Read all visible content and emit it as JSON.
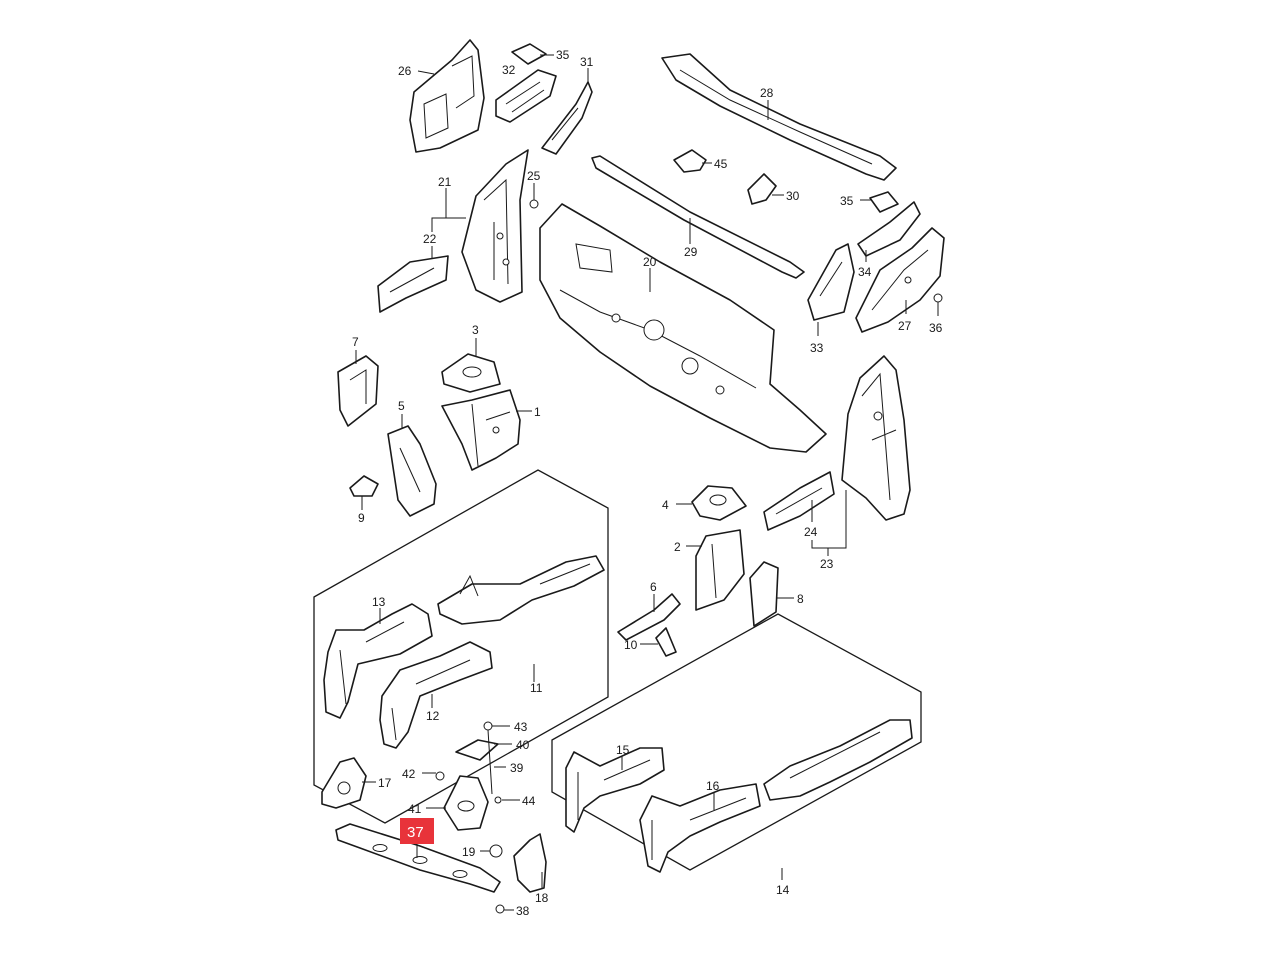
{
  "diagram": {
    "callouts": [
      {
        "id": "c26",
        "label": "26"
      },
      {
        "id": "c32",
        "label": "32"
      },
      {
        "id": "c35a",
        "label": "35"
      },
      {
        "id": "c31",
        "label": "31"
      },
      {
        "id": "c28",
        "label": "28"
      },
      {
        "id": "c45",
        "label": "45"
      },
      {
        "id": "c30",
        "label": "30"
      },
      {
        "id": "c35b",
        "label": "35"
      },
      {
        "id": "c21",
        "label": "21"
      },
      {
        "id": "c25",
        "label": "25"
      },
      {
        "id": "c22",
        "label": "22"
      },
      {
        "id": "c29",
        "label": "29"
      },
      {
        "id": "c20",
        "label": "20"
      },
      {
        "id": "c34",
        "label": "34"
      },
      {
        "id": "c27",
        "label": "27"
      },
      {
        "id": "c36",
        "label": "36"
      },
      {
        "id": "c33",
        "label": "33"
      },
      {
        "id": "c7",
        "label": "7"
      },
      {
        "id": "c3",
        "label": "3"
      },
      {
        "id": "c5",
        "label": "5"
      },
      {
        "id": "c1",
        "label": "1"
      },
      {
        "id": "c9",
        "label": "9"
      },
      {
        "id": "c4",
        "label": "4"
      },
      {
        "id": "c24",
        "label": "24"
      },
      {
        "id": "c23",
        "label": "23"
      },
      {
        "id": "c2",
        "label": "2"
      },
      {
        "id": "c6",
        "label": "6"
      },
      {
        "id": "c8",
        "label": "8"
      },
      {
        "id": "c10",
        "label": "10"
      },
      {
        "id": "c13",
        "label": "13"
      },
      {
        "id": "c11",
        "label": "11"
      },
      {
        "id": "c12",
        "label": "12"
      },
      {
        "id": "c43",
        "label": "43"
      },
      {
        "id": "c40",
        "label": "40"
      },
      {
        "id": "c39",
        "label": "39"
      },
      {
        "id": "c42",
        "label": "42"
      },
      {
        "id": "c17",
        "label": "17"
      },
      {
        "id": "c44",
        "label": "44"
      },
      {
        "id": "c41",
        "label": "41"
      },
      {
        "id": "c19",
        "label": "19"
      },
      {
        "id": "c18",
        "label": "18"
      },
      {
        "id": "c38",
        "label": "38"
      },
      {
        "id": "c15",
        "label": "15"
      },
      {
        "id": "c16",
        "label": "16"
      },
      {
        "id": "c14",
        "label": "14"
      }
    ],
    "highlight": {
      "label": "37",
      "color": "#e8333a"
    }
  }
}
